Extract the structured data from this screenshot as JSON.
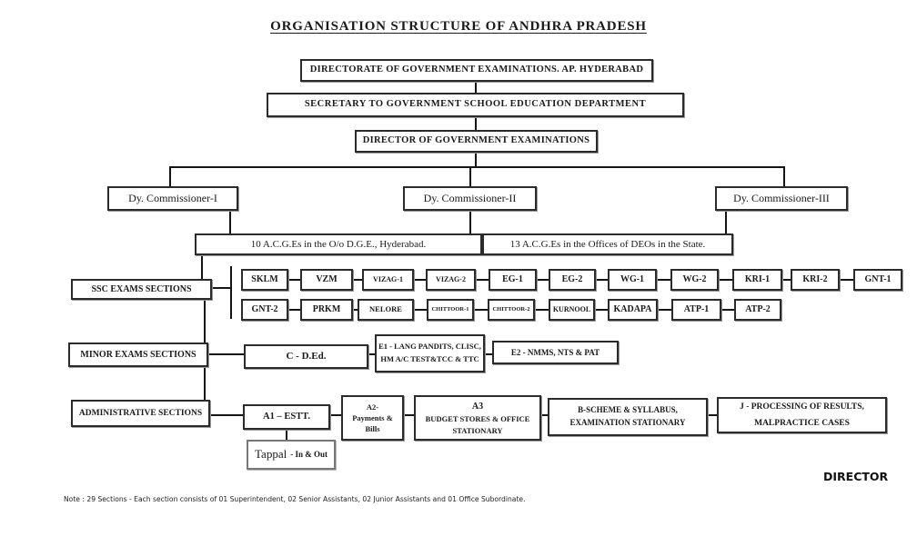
{
  "title": "ORGANISATION STRUCTURE OF ANDHRA PRADESH",
  "colors": {
    "ink": "#1a1a1a",
    "line": "#151515",
    "background": "#ffffff"
  },
  "hierarchy": {
    "directorate": "DIRECTORATE OF GOVERNMENT EXAMINATIONS. AP. HYDERABAD",
    "secretary": "SECRETARY TO GOVERNMENT SCHOOL EDUCATION DEPARTMENT",
    "director": "DIRECTOR OF GOVERNMENT EXAMINATIONS",
    "commissioners": [
      "Dy. Commissioner-I",
      "Dy. Commissioner-II",
      "Dy. Commissioner-III"
    ],
    "acge_left": "10 A.C.G.Es in the O/o D.G.E., Hyderabad.",
    "acge_right": "13 A.C.G.Es  in the Offices of DEOs in the State."
  },
  "ssc": {
    "label": "SSC EXAMS SECTIONS",
    "row1": [
      "SKLM",
      "VZM",
      "VIZAG-1",
      "VIZAG-2",
      "EG-1",
      "EG-2",
      "WG-1",
      "WG-2",
      "KRI-1",
      "KRI-2",
      "GNT-1"
    ],
    "row2": [
      "GNT-2",
      "PRKM",
      "NELORE",
      "CHITTOOR-1",
      "CHITTOOR-2",
      "KURNOOL",
      "KADAPA",
      "ATP-1",
      "ATP-2"
    ]
  },
  "minor": {
    "label": "MINOR EXAMS SECTIONS",
    "c_ded": "C - D.Ed.",
    "e1_line1": "E1 - LANG PANDITS, CLISC,",
    "e1_line2": "HM A/C TEST&TCC & TTC",
    "e2": "E2 - NMMS, NTS  & PAT"
  },
  "admin": {
    "label": "ADMINISTRATIVE SECTIONS",
    "a1": "A1 – ESTT.",
    "a2_line1": "A2-",
    "a2_line2": "Payments &",
    "a2_line3": "Bills",
    "a3_line1": "A3",
    "a3_line2": "BUDGET STORES & OFFICE",
    "a3_line3": "STATIONARY",
    "b_line1": "B-SCHEME & SYLLABUS,",
    "b_line2": "EXAMINATION STATIONARY",
    "j_line1": "J - PROCESSING OF RESULTS,",
    "j_line2": "MALPRACTICE CASES",
    "tappal_main": "Tappal",
    "tappal_sub": "- In & Out"
  },
  "footer": {
    "director_label": "DIRECTOR",
    "note": "Note : 29 Sections - Each section consists of 01 Superintendent, 02 Senior Assistants, 02 Junior Assistants and 01 Office Subordinate."
  }
}
